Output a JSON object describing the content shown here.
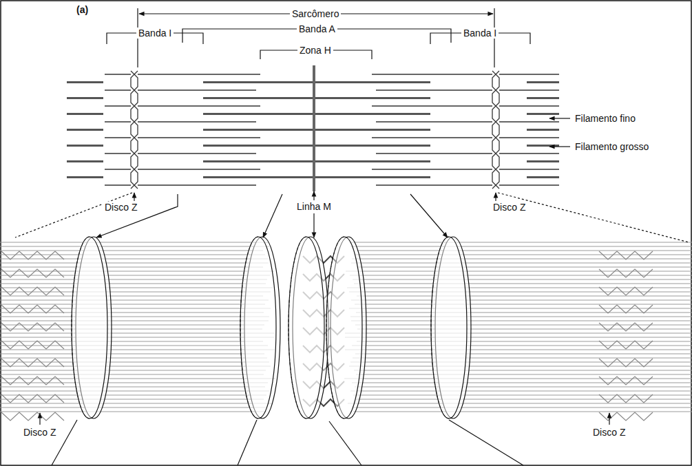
{
  "diagram": {
    "labels": [
      "(a)",
      "Sarcômero",
      "Banda A",
      "Banda I",
      "Zona H",
      "Banda I",
      "Filamento fino",
      "Filamento grosso",
      "Disco Z",
      "Linha M",
      "Disco Z",
      "Disco Z",
      "Disco Z"
    ]
  }
}
